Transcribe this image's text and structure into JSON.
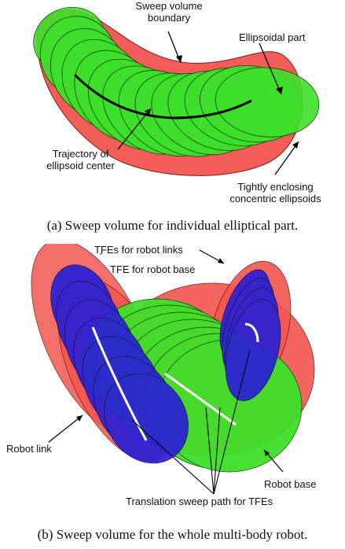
{
  "panel_a": {
    "labels": {
      "sweep_boundary_line1": "Sweep volume",
      "sweep_boundary_line2": "boundary",
      "ellipsoidal_part": "Ellipsoidal part",
      "trajectory_line1": "Trajectory of",
      "trajectory_line2": "ellipsoid center",
      "tight_line1": "Tightly enclosing",
      "tight_line2": "concentric ellipsoids"
    },
    "caption": "(a)  Sweep volume for individual elliptical part."
  },
  "panel_b": {
    "labels": {
      "tfe_links": "TFEs for robot links",
      "tfe_base": "TFE for robot base",
      "robot_link": "Robot link",
      "robot_base": "Robot base",
      "sweep_path": "Translation sweep path for TFEs"
    },
    "caption": "(b)  Sweep volume for the whole multi-body robot."
  },
  "colors": {
    "red_fill": "#f2564f",
    "green_fill": "#3ee02a",
    "blue_fill": "#2a1fd6",
    "outline": "#000000",
    "path_white": "#ffffff"
  }
}
